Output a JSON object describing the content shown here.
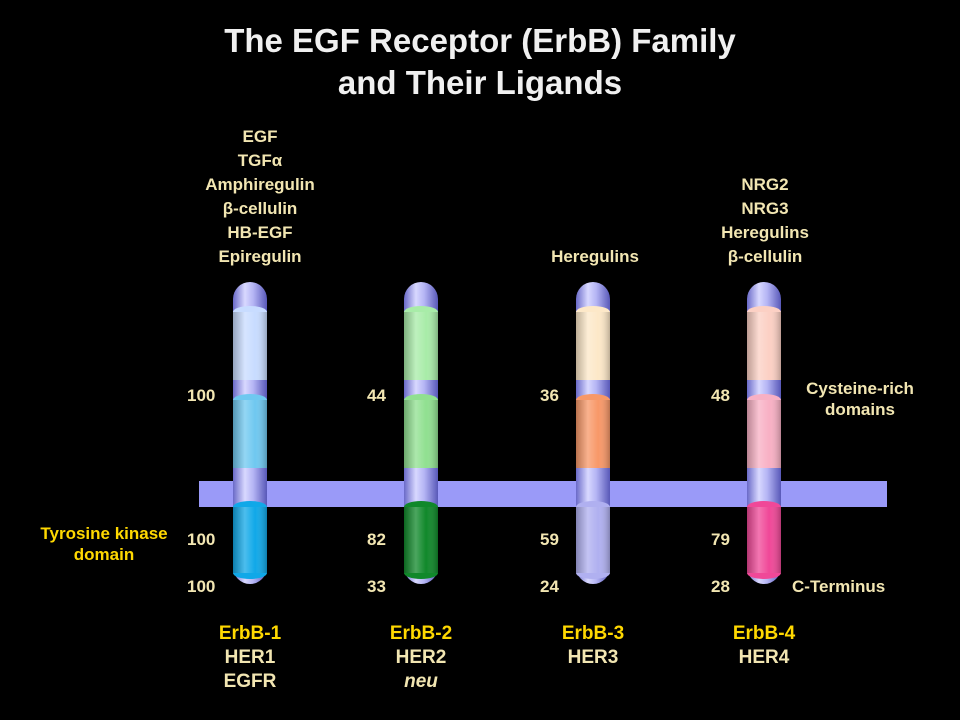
{
  "title": {
    "line1": "The EGF Receptor (ErbB) Family",
    "line2": "and Their Ligands"
  },
  "ligands": {
    "erbb1": [
      "EGF",
      "TGFα",
      "Amphiregulin",
      "β-cellulin",
      "HB-EGF",
      "Epiregulin"
    ],
    "erbb3": [
      "Heregulins"
    ],
    "erbb4": [
      "NRG2",
      "NRG3",
      "Heregulins",
      "β-cellulin"
    ]
  },
  "labels": {
    "cysteine_rich": [
      "Cysteine-rich",
      "domains"
    ],
    "tyrosine_kinase": [
      "Tyrosine kinase",
      "domain"
    ],
    "c_terminus": "C-Terminus"
  },
  "receptors": [
    {
      "erb": "ErbB-1",
      "her": "HER1",
      "alias": "EGFR",
      "alias_italic": false,
      "cys_pct": "100",
      "tk_pct": "100",
      "ct_pct": "100",
      "colors": {
        "top": "#c8dcff",
        "mid": "#6fc8f0",
        "tk": "#10a8e8"
      }
    },
    {
      "erb": "ErbB-2",
      "her": "HER2",
      "alias": "neu",
      "alias_italic": true,
      "cys_pct": "44",
      "tk_pct": "82",
      "ct_pct": "33",
      "colors": {
        "top": "#a8eca8",
        "mid": "#90e090",
        "tk": "#10882a"
      }
    },
    {
      "erb": "ErbB-3",
      "her": "HER3",
      "alias": "",
      "alias_italic": false,
      "cys_pct": "36",
      "tk_pct": "59",
      "ct_pct": "24",
      "colors": {
        "top": "#fde8c8",
        "mid": "#f89868",
        "tk": "#b0b0f0"
      }
    },
    {
      "erb": "ErbB-4",
      "her": "HER4",
      "alias": "",
      "alias_italic": false,
      "cys_pct": "48",
      "tk_pct": "79",
      "ct_pct": "28",
      "colors": {
        "top": "#fcd0c4",
        "mid": "#f8b0c4",
        "tk": "#f04898"
      }
    }
  ]
}
